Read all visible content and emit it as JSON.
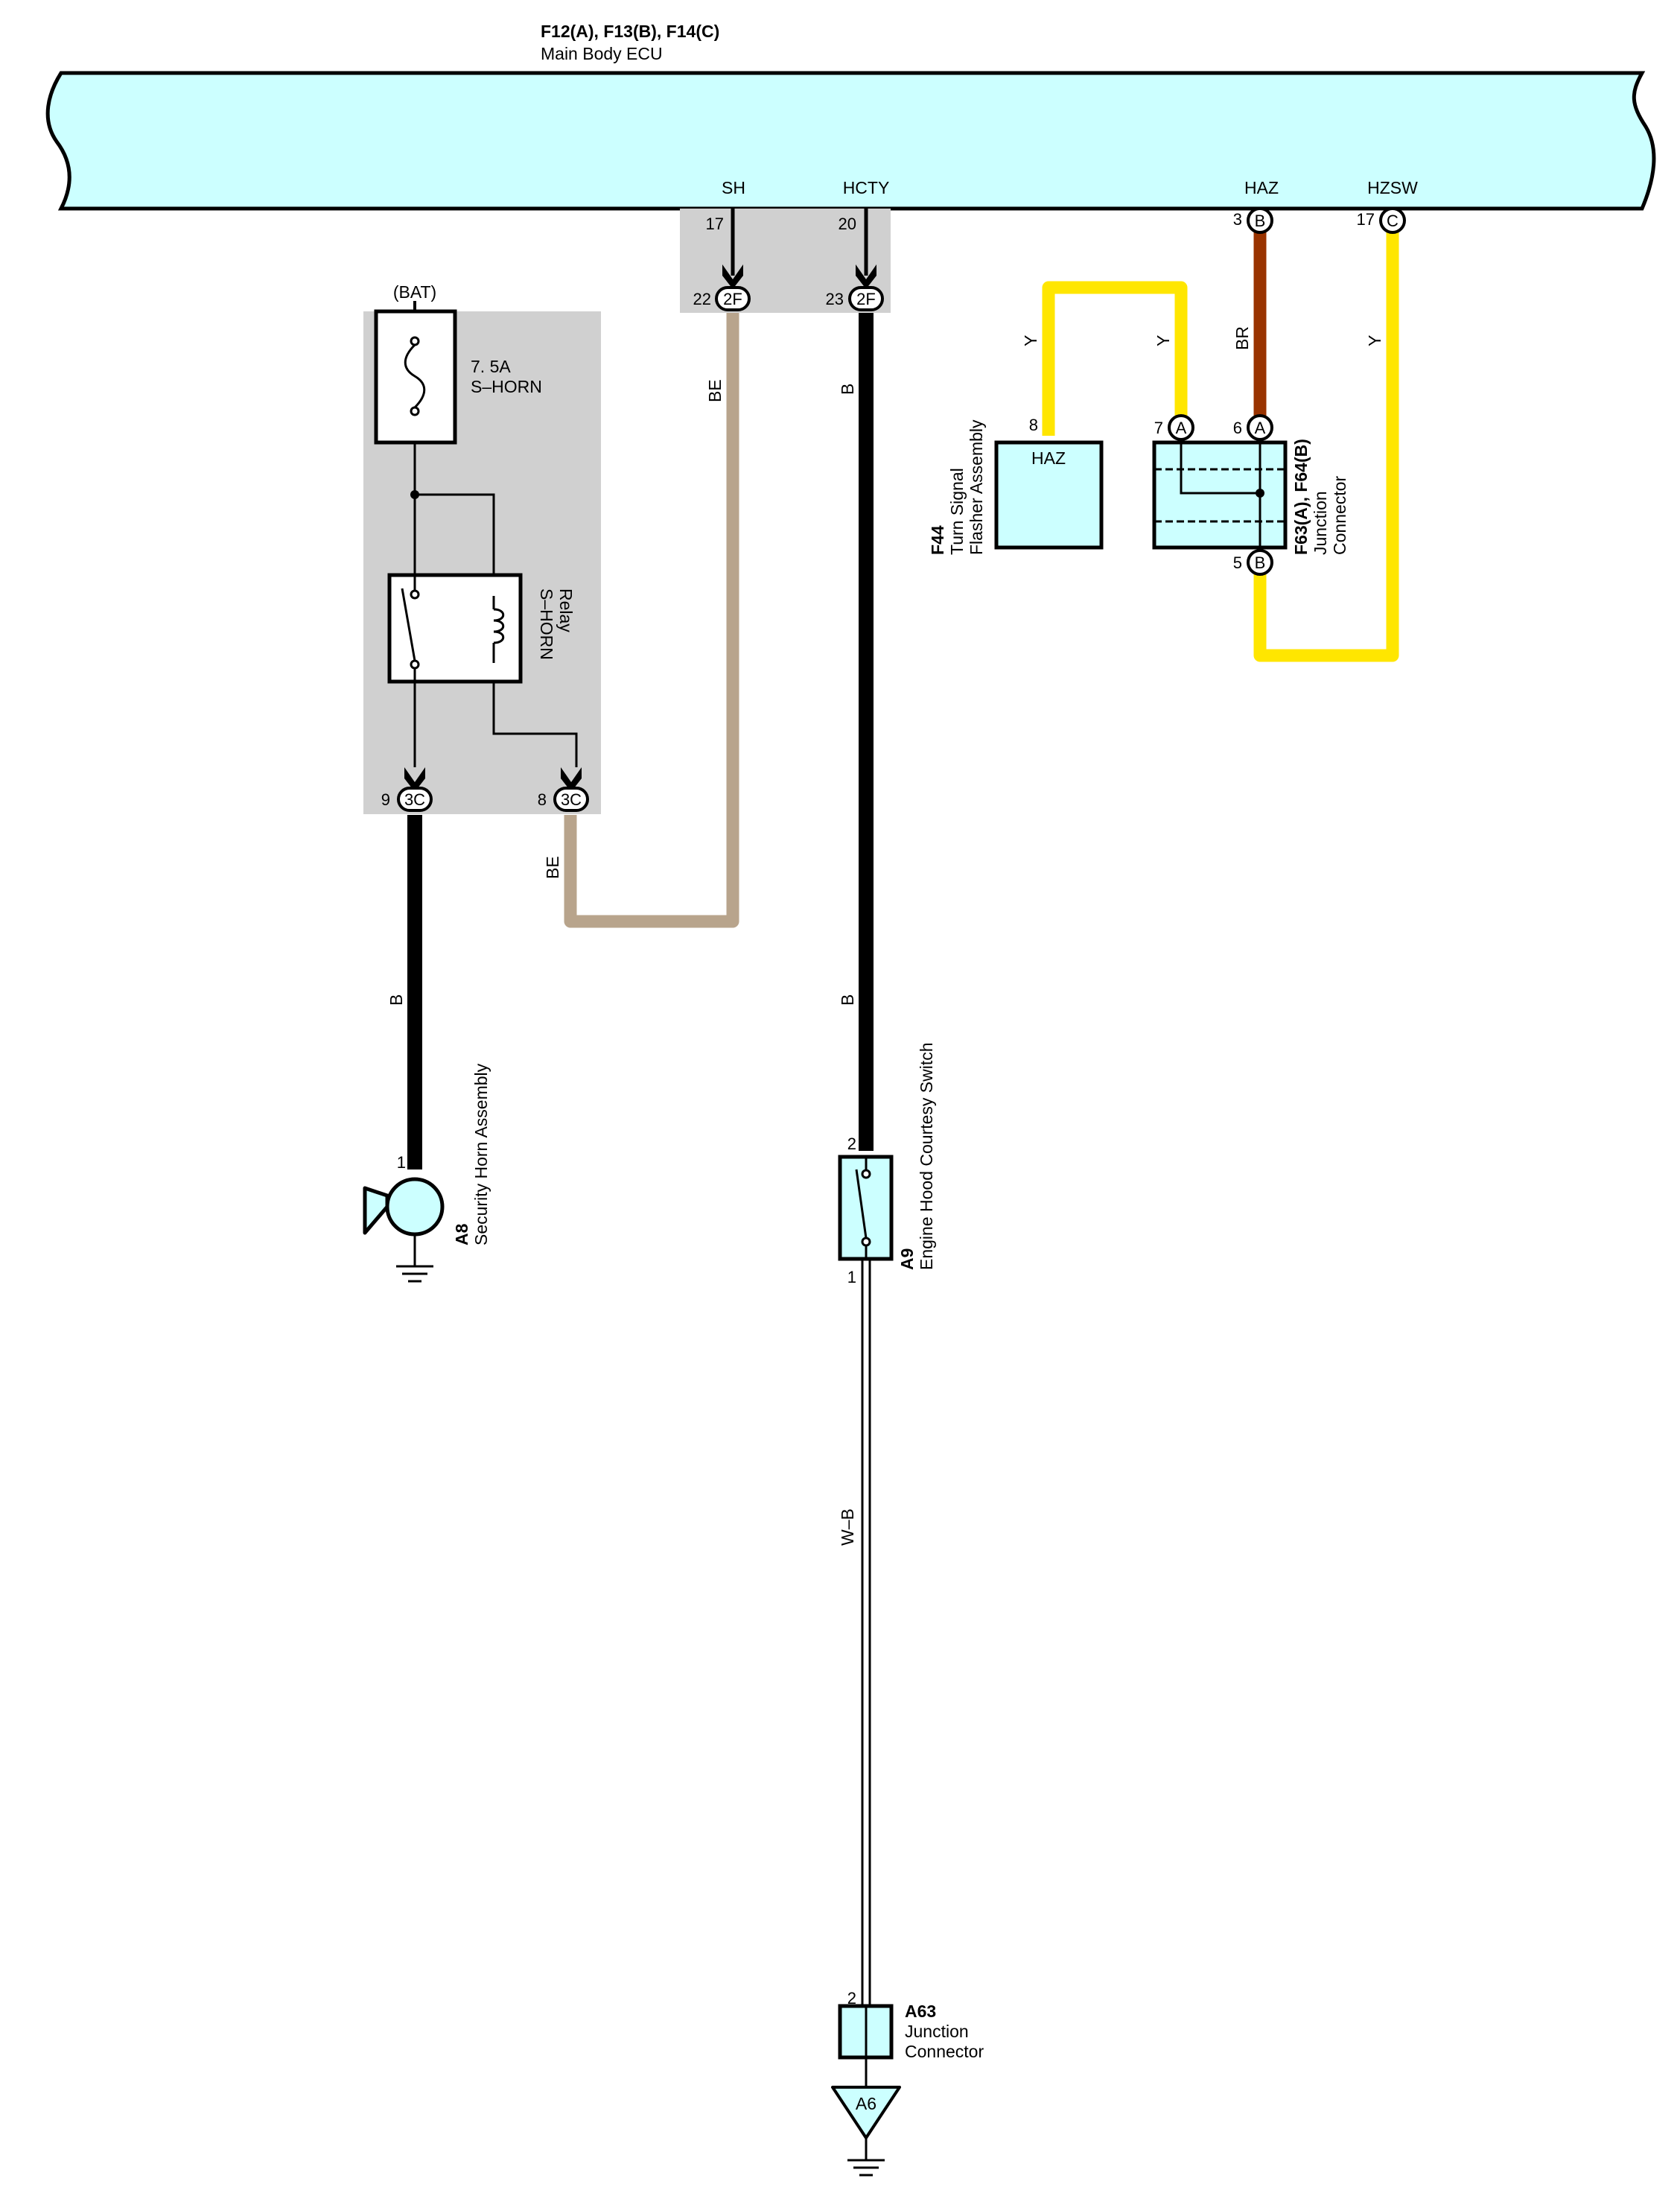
{
  "ecu": {
    "code": "F12(A), F13(B), F14(C)",
    "name": "Main Body ECU",
    "terminals": {
      "sh": "SH",
      "hcty": "HCTY",
      "haz": "HAZ",
      "hzsw": "HZSW"
    },
    "pins": {
      "sh": "17",
      "hcty": "20",
      "haz": "3",
      "hzsw": "17"
    },
    "pin_letters": {
      "haz": "B",
      "hzsw": "C"
    }
  },
  "junction_2f": {
    "code": "2F",
    "pins": {
      "sh": "22",
      "hcty": "23"
    }
  },
  "relay_block": {
    "supply": "(BAT)",
    "fuse_rating": "7. 5A",
    "fuse_name": "S–HORN",
    "relay_line1": "S–HORN",
    "relay_line2": "Relay",
    "connector": "3C",
    "pins": {
      "left": "9",
      "right": "8"
    }
  },
  "wires": {
    "be1": "BE",
    "be2": "BE",
    "b_hcty": "B",
    "b_horn": "B",
    "b_switch": "B",
    "y1": "Y",
    "y2": "Y",
    "br": "BR",
    "y3": "Y",
    "wb": "W–B"
  },
  "f44": {
    "code": "F44",
    "line1": "Turn Signal",
    "line2": "Flasher Assembly",
    "terminal": "HAZ",
    "pin": "8"
  },
  "f63": {
    "code": "F63(A), F64(B)",
    "line1": "Junction",
    "line2": "Connector",
    "pins": {
      "p7": "7",
      "p6": "6",
      "p5": "5"
    },
    "letters": {
      "p7": "A",
      "p6": "A",
      "p5": "B"
    }
  },
  "a8": {
    "code": "A8",
    "name": "Security Horn Assembly",
    "pin": "1"
  },
  "a9": {
    "code": "A9",
    "name": "Engine Hood Courtesy Switch",
    "pin_top": "2",
    "pin_bottom": "1"
  },
  "a63": {
    "code": "A63",
    "line1": "Junction",
    "line2": "Connector",
    "pin": "2"
  },
  "ground": {
    "label": "A6"
  },
  "colors": {
    "ecu_fill": "#ccffff",
    "block_fill": "#d0d0d0",
    "be": "#b8a48c",
    "black": "#000000",
    "yellow": "#ffe600",
    "brown": "#993300",
    "component_fill": "#ccffff"
  }
}
